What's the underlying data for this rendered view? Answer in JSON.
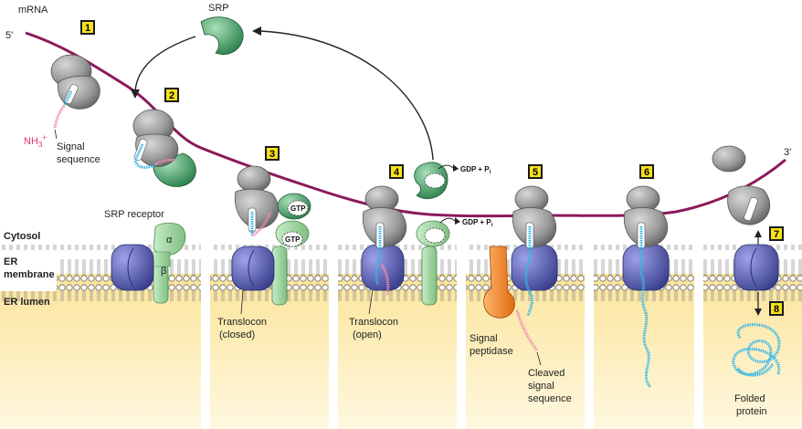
{
  "labels": {
    "mrna": "mRNA",
    "five_prime": "5'",
    "three_prime": "3'",
    "srp": "SRP",
    "nh3": "NH",
    "nh3_sub": "3",
    "nh3_sup": "+",
    "signal_seq_1": "Signal",
    "signal_seq_2": "sequence",
    "srp_receptor": "SRP receptor",
    "alpha": "α",
    "beta": "β",
    "cytosol": "Cytosol",
    "er": "ER",
    "membrane": "membrane",
    "er_lumen": "ER lumen",
    "gtp": "GTP",
    "gdp_pi": "GDP + P",
    "gdp_pi_sub": "i",
    "translocon_closed_1": "Translocon",
    "translocon_closed_2": "(closed)",
    "translocon_open_1": "Translocon",
    "translocon_open_2": "(open)",
    "signal_peptidase_1": "Signal",
    "signal_peptidase_2": "peptidase",
    "cleaved_1": "Cleaved",
    "cleaved_2": "signal",
    "cleaved_3": "sequence",
    "folded_1": "Folded",
    "folded_2": "protein"
  },
  "steps": [
    "1",
    "2",
    "3",
    "4",
    "5",
    "6",
    "7",
    "8"
  ],
  "colors": {
    "lumen": "#fbe8a6",
    "mrna": "#8b1a5a",
    "ribosome": "#8e8e8e",
    "srp": "#2e8b57",
    "receptor": "#a8d8a8",
    "translocon": "#5a5fb0",
    "peptide": "#35b6e8",
    "signal": "#f08cb0",
    "peptidase": "#f28a2e"
  }
}
